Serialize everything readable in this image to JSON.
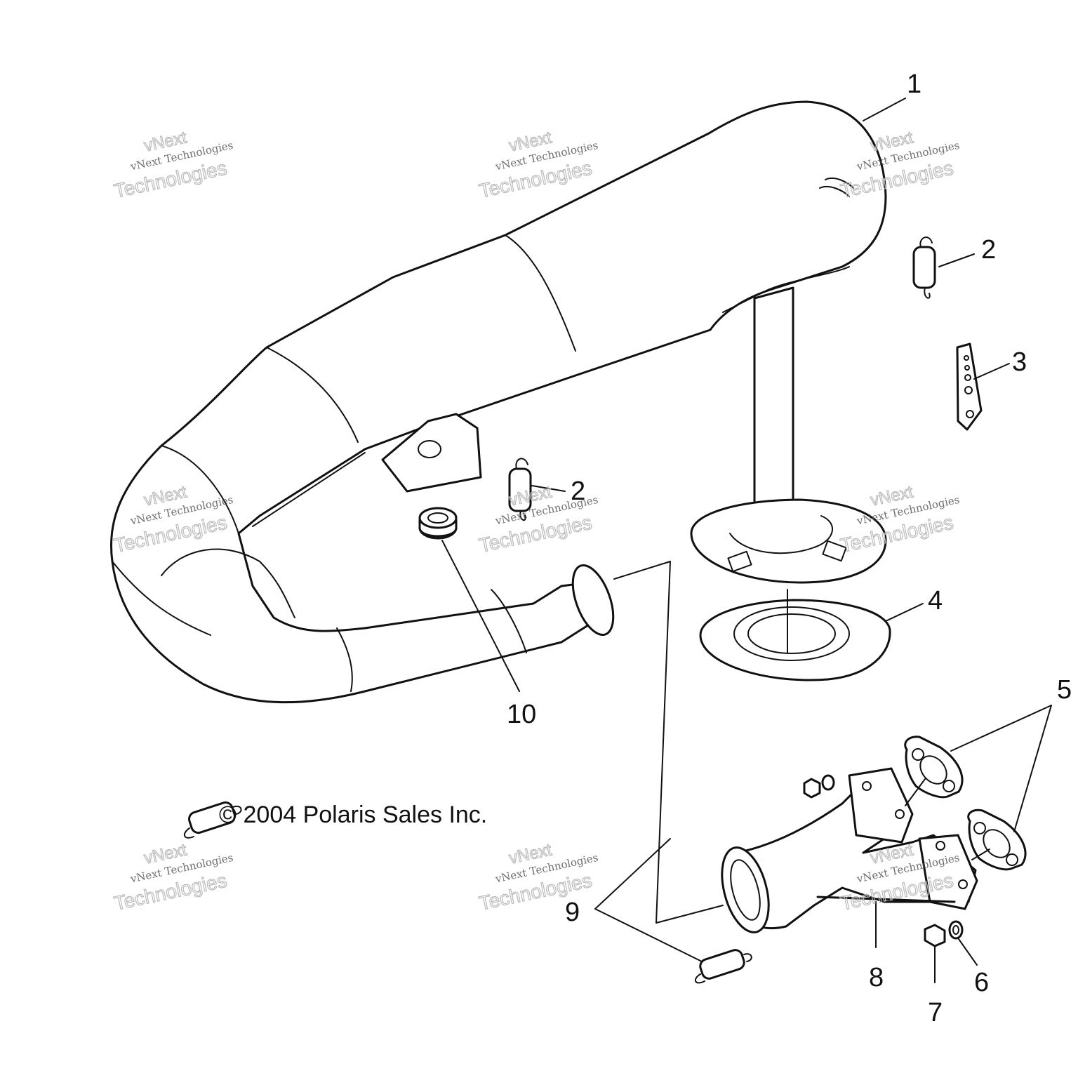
{
  "callouts": [
    {
      "n": "1"
    },
    {
      "n": "2"
    },
    {
      "n": "3"
    },
    {
      "n": "2"
    },
    {
      "n": "4"
    },
    {
      "n": "5"
    },
    {
      "n": "10"
    },
    {
      "n": "9"
    },
    {
      "n": "8"
    },
    {
      "n": "7"
    },
    {
      "n": "6"
    }
  ],
  "copyright": "© 2004 Polaris Sales Inc.",
  "watermark": {
    "line1": "vNext Technologies",
    "line2": "Technologies",
    "line3": "vNext"
  }
}
